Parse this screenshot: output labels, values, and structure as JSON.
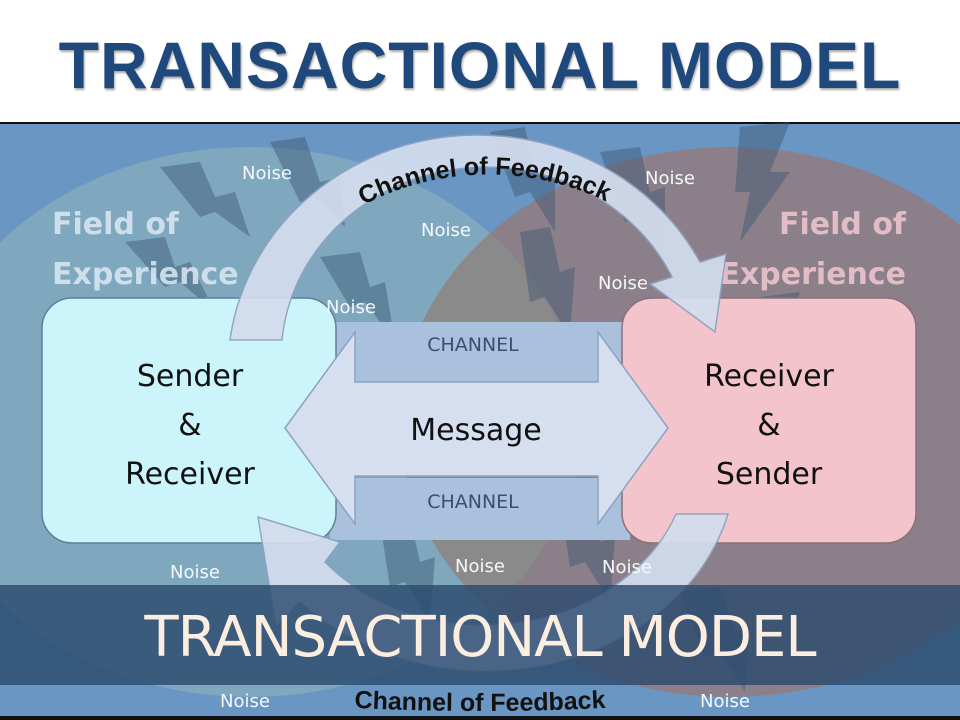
{
  "title": "TRANSACTIONAL MODEL",
  "banner": "TRANSACTIONAL MODEL",
  "left_field": {
    "line1": "Field of",
    "line2": "Experience"
  },
  "right_field": {
    "line1": "Field of",
    "line2": "Experience"
  },
  "sender_box": {
    "line1": "Sender",
    "line2": "&",
    "line3": "Receiver"
  },
  "receiver_box": {
    "line1": "Receiver",
    "line2": "&",
    "line3": "Sender"
  },
  "channel_top": "CHANNEL",
  "channel_bottom": "CHANNEL",
  "message": "Message",
  "feedback_top": "Channel of Feedback",
  "feedback_bottom": "Channel of Feedback",
  "noise_labels": [
    "Noise",
    "Noise",
    "Noise",
    "Noise",
    "Noise",
    "Noise",
    "Noise",
    "Noise",
    "Noise",
    "Noise"
  ],
  "colors": {
    "title": "#1f497d",
    "sender_box": "#ccf5fb",
    "receiver_box": "#f4c4cc",
    "background": "#6a96c4"
  }
}
